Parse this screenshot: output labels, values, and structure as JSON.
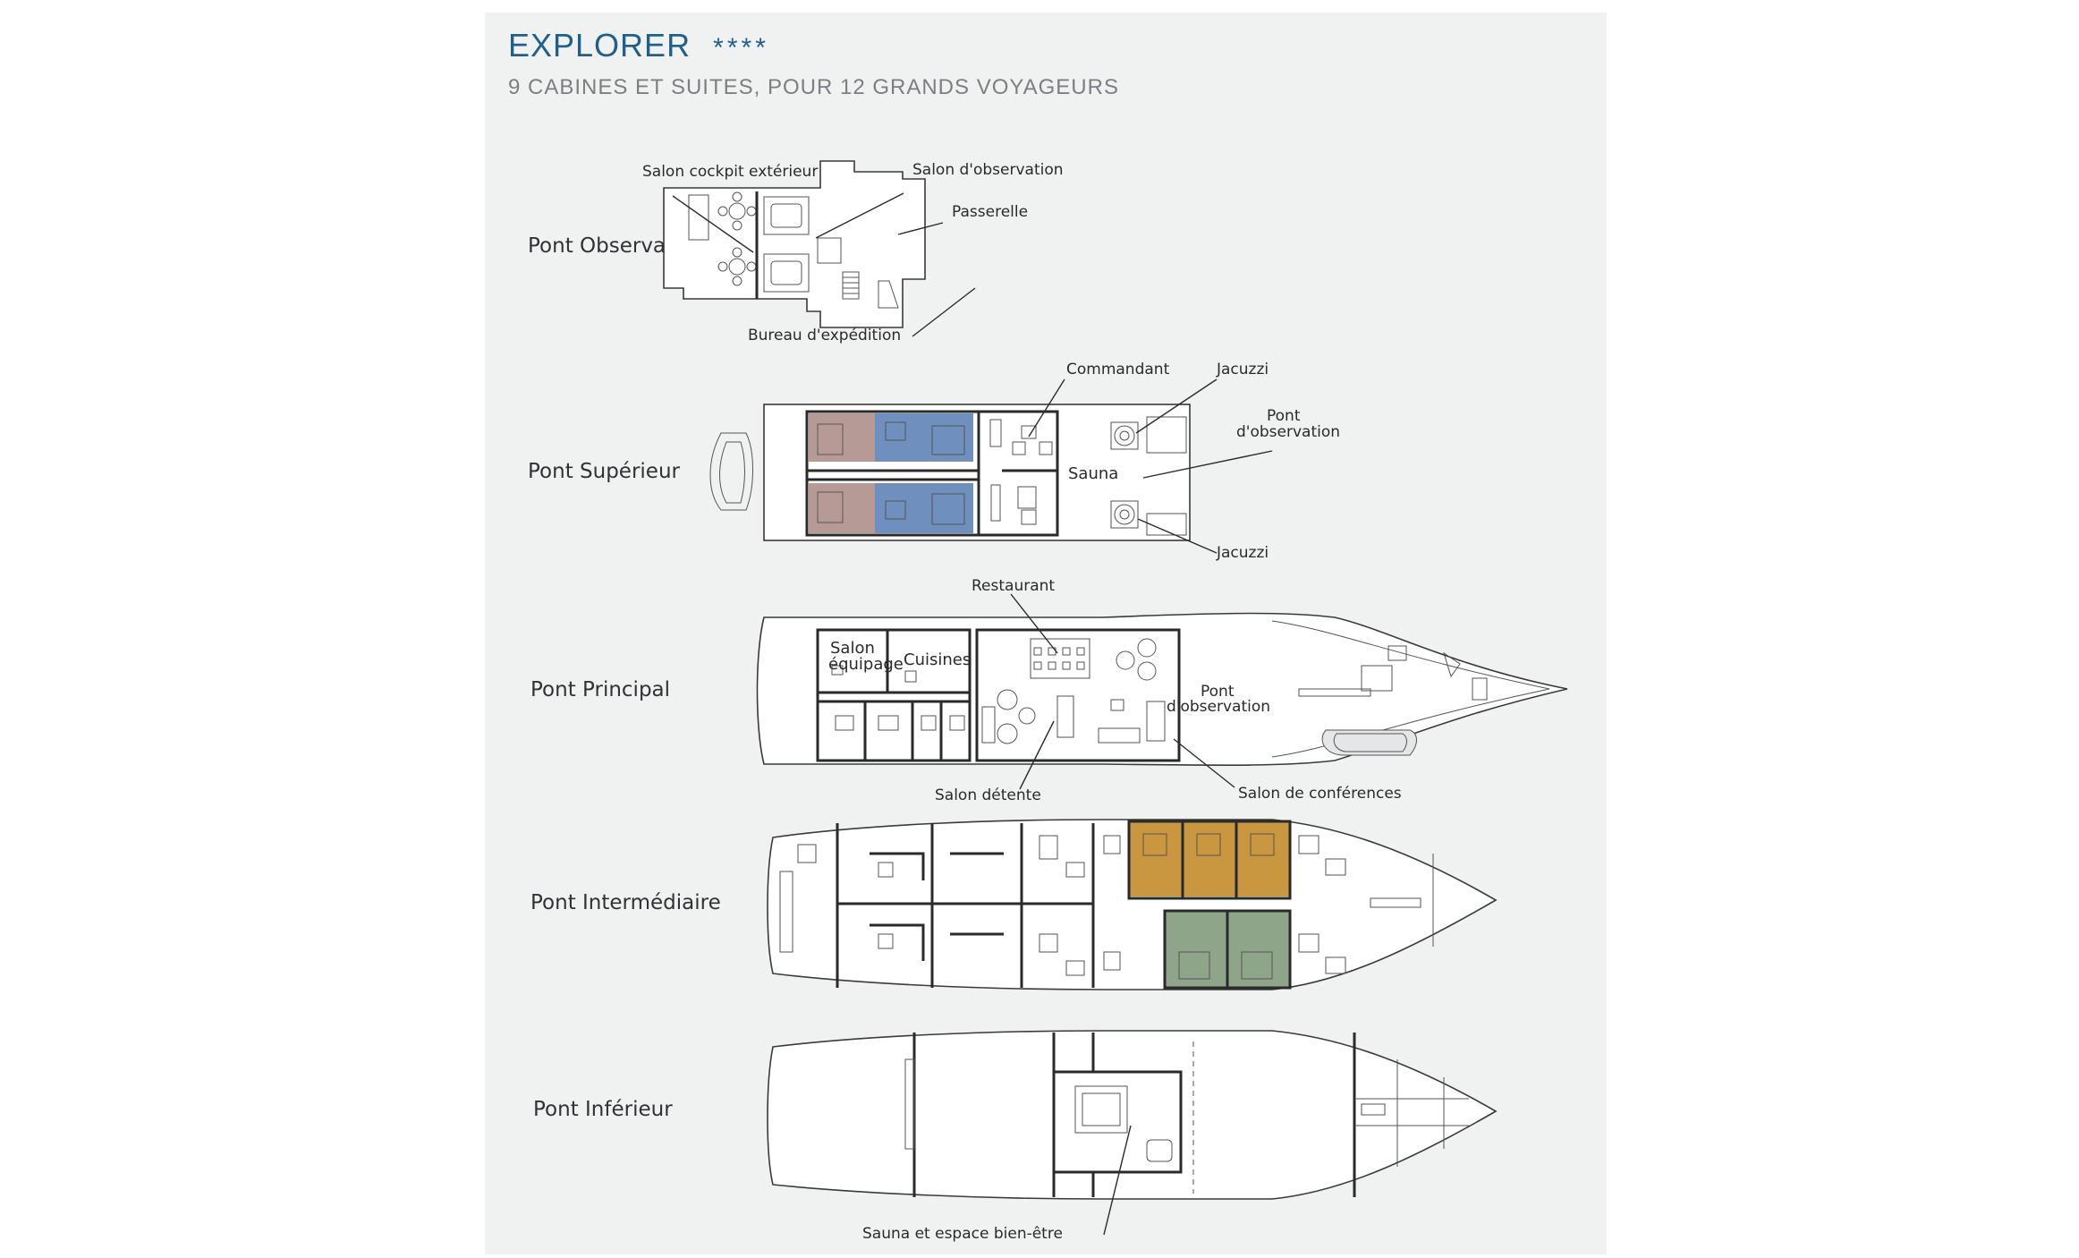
{
  "header": {
    "title": "EXPLORER",
    "stars": "****",
    "subtitle": "9 CABINES ET SUITES, POUR 12 GRANDS VOYAGEURS"
  },
  "decks": {
    "observation": "Pont Observation",
    "superieur": "Pont Supérieur",
    "principal": "Pont Principal",
    "intermediaire": "Pont Intermédiaire",
    "inferieur": "Pont Inférieur"
  },
  "labels": {
    "salon_cockpit": "Salon cockpit extérieur",
    "salon_observation": "Salon d'observation",
    "passerelle": "Passerelle",
    "bureau_expedition": "Bureau d'expédition",
    "commandant": "Commandant",
    "jacuzzi_top": "Jacuzzi",
    "jacuzzi_bottom": "Jacuzzi",
    "pont_obs_sup_1": "Pont",
    "pont_obs_sup_2": "d'observation",
    "sauna": "Sauna",
    "restaurant": "Restaurant",
    "salon_equipage_1": "Salon",
    "salon_equipage_2": "équipage",
    "cuisines": "Cuisines",
    "pont_obs_main_1": "Pont",
    "pont_obs_main_2": "d'observation",
    "salon_detente": "Salon détente",
    "salon_conferences": "Salon de conférences",
    "sauna_bien_etre": "Sauna et espace bien-être"
  },
  "colors": {
    "title": "#1f5f8e",
    "panel_bg": "#f0f2f1",
    "cabin_rose": "#b59a95",
    "cabin_blue": "#6f8fbf",
    "cabin_orange": "#c9973f",
    "cabin_green": "#8fa58a"
  }
}
